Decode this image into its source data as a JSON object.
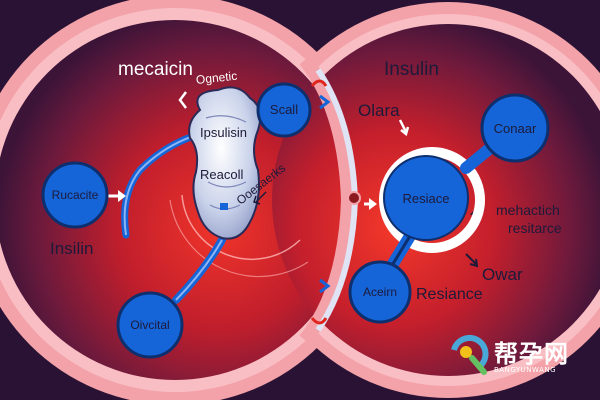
{
  "labels": {
    "left_title": "mecaicin",
    "right_title": "Insulin",
    "organ_top": "Ognetic",
    "organ_mid": "Ipsulisin",
    "organ_low": "Reacoll",
    "organ_bottom": "Ooesaerks",
    "left_caption": "Insilin",
    "right_top_label": "Olara",
    "right_mid_label_1": "mehactich",
    "right_mid_label_2": "resitarce",
    "right_low_label_1": "Owar",
    "right_low_label_2": "Resiance"
  },
  "nodes": {
    "n1": "Rucacite",
    "n2": "Scall",
    "n3": "Oivcital",
    "n4": "Conaar",
    "n5": "Resiace",
    "n6": "Aceirn"
  },
  "watermark": {
    "text": "帮孕网",
    "sub": "BANGYUNWANG"
  },
  "colors": {
    "node_blue": "#1565d8",
    "ring_pink": "#f2a2a8",
    "glow_red": "#e0241e",
    "background": "#2a1234"
  }
}
